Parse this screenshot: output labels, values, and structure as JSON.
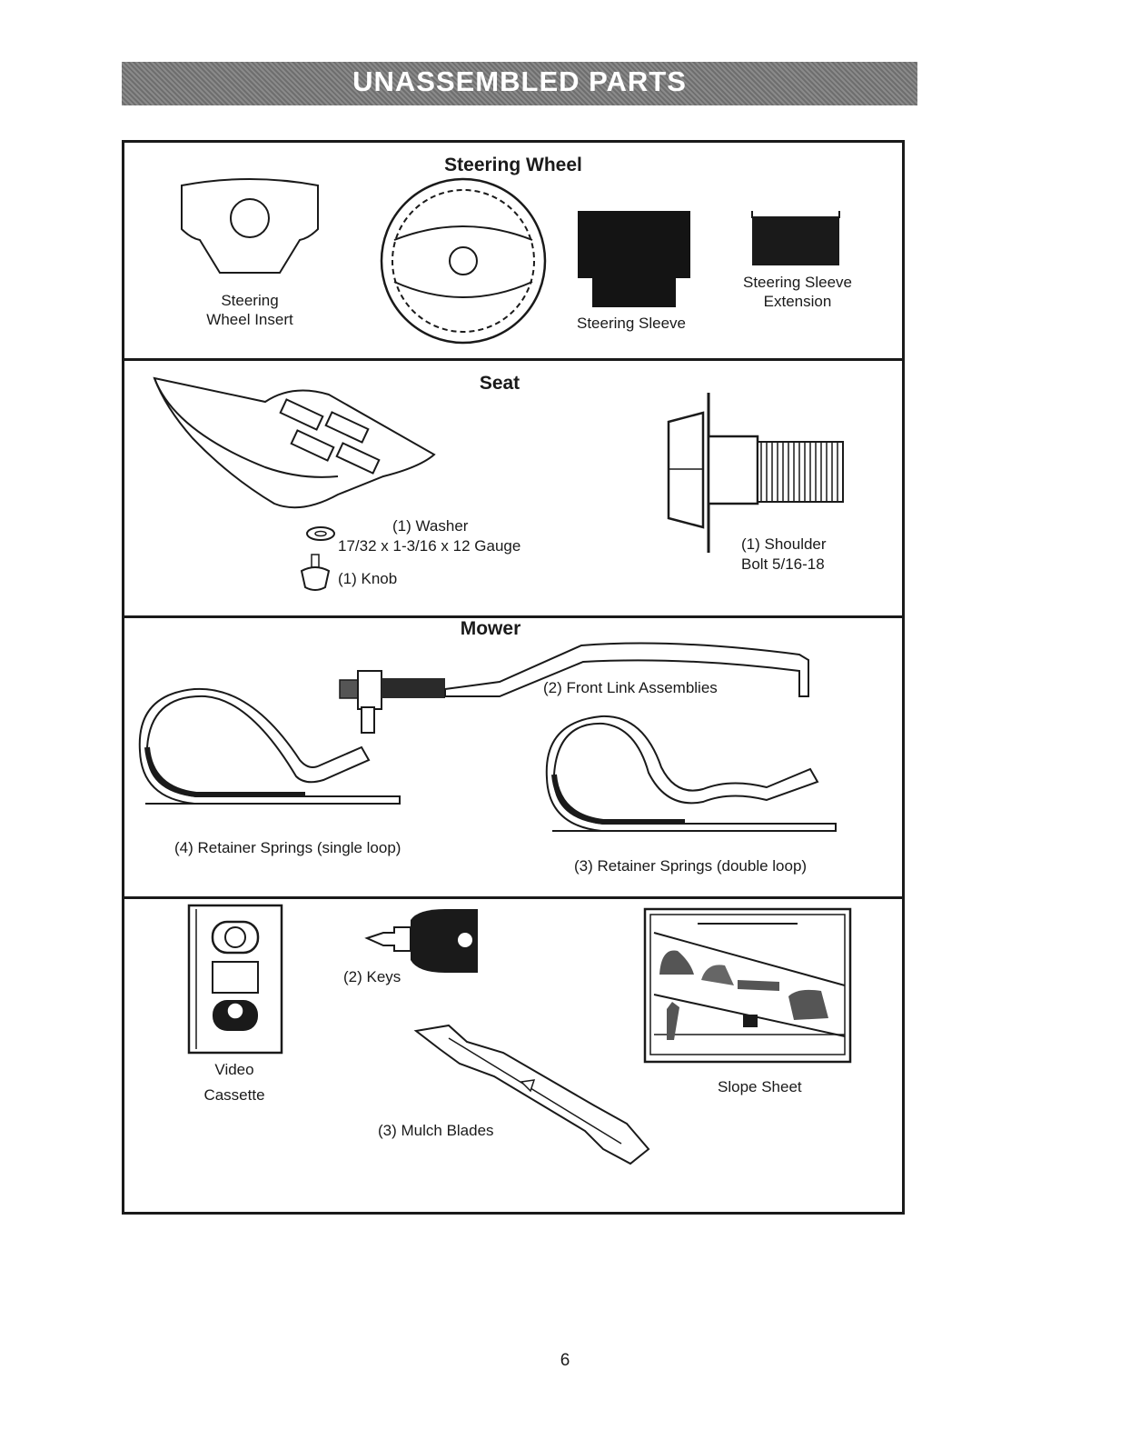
{
  "header": {
    "title": "UNASSEMBLED PARTS"
  },
  "sections": {
    "steering": {
      "title": "Steering Wheel",
      "insert_line1": "Steering",
      "insert_line2": "Wheel Insert",
      "sleeve": "Steering Sleeve",
      "extension_line1": "Steering Sleeve",
      "extension_line2": "Extension"
    },
    "seat": {
      "title": "Seat",
      "washer_line1": "(1) Washer",
      "washer_line2": "17/32 x 1-3/16 x 12 Gauge",
      "knob": "(1) Knob",
      "bolt_line1": "(1) Shoulder",
      "bolt_line2": "Bolt  5/16-18"
    },
    "mower": {
      "title": "Mower",
      "front_link": "(2) Front Link Assemblies",
      "single_loop": "(4)  Retainer Springs (single loop)",
      "double_loop": "(3)  Retainer Springs (double loop)"
    },
    "misc": {
      "video_line1": "Video",
      "video_line2": "Cassette",
      "keys": "(2) Keys",
      "mulch_blades": "(3) Mulch Blades",
      "slope_sheet": "Slope Sheet"
    }
  },
  "footer": {
    "page_number": "6"
  }
}
